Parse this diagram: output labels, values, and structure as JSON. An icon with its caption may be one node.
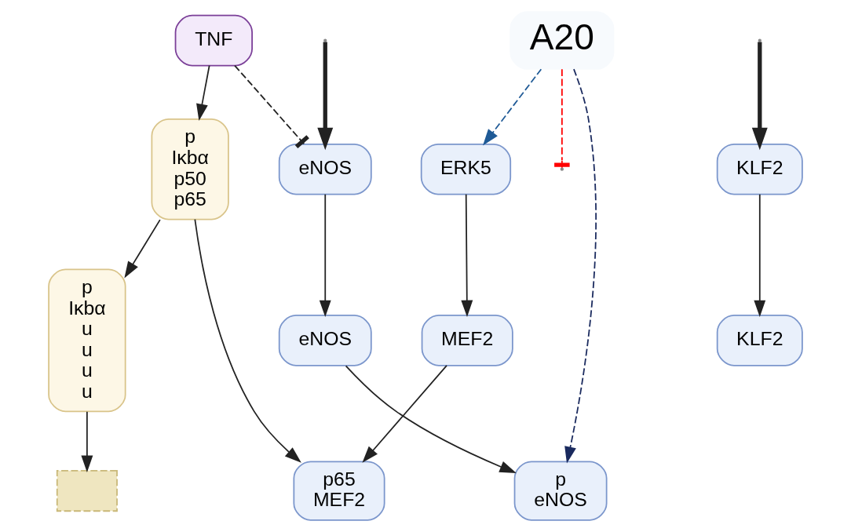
{
  "diagram": {
    "nodes": [
      {
        "text": [
          "TNF"
        ]
      },
      {
        "text": [
          "A20"
        ]
      },
      {
        "text": [
          "p",
          "Iκbα",
          "p50",
          "p65"
        ]
      },
      {
        "text": [
          "p",
          "Iκbα",
          "u",
          "u",
          "u",
          "u"
        ]
      },
      {
        "text": [],
        "shape": "box"
      },
      {
        "text": [
          "ERK5"
        ]
      },
      {
        "text": [
          "MEF2"
        ]
      },
      {
        "text": [
          "p65",
          "MEF2"
        ]
      },
      {
        "text": [
          "KLF2"
        ]
      },
      {
        "text": [
          "KLF2"
        ]
      },
      {
        "text": [
          "eNOS"
        ]
      },
      {
        "text": [
          "eNOS"
        ]
      },
      {
        "text": [
          "p",
          "eNOS"
        ]
      }
    ],
    "edges": [
      {
        "from": 0,
        "to": 2,
        "arrow": "to"
      },
      {
        "from": 0,
        "to": 10,
        "arrow": "other",
        "style": "dashed"
      },
      {
        "from": 1,
        "to": null,
        "arrow": "other",
        "style": "dashed",
        "color": "#ff0000"
      },
      {
        "from": 1,
        "to": 5,
        "arrow": "to",
        "style": "dashed",
        "color": "#1f5a96"
      },
      {
        "from": 1,
        "to": 12,
        "arrow": "to",
        "style": "dashed",
        "color": "#1a2a5e"
      },
      {
        "from": 2,
        "to": 3,
        "arrow": "to"
      },
      {
        "from": 3,
        "to": 4,
        "arrow": "to"
      },
      {
        "from": 2,
        "to": 7,
        "arrow": "to"
      },
      {
        "from": 5,
        "to": 6,
        "arrow": "to"
      },
      {
        "from": 6,
        "to": 7,
        "arrow": "to"
      },
      {
        "from": null,
        "to": 8,
        "arrow": "to",
        "style": "thick"
      },
      {
        "from": 8,
        "to": 9,
        "arrow": "to"
      },
      {
        "from": null,
        "to": 10,
        "arrow": "to",
        "style": "thick"
      },
      {
        "from": 10,
        "to": 11,
        "arrow": "to"
      },
      {
        "from": 11,
        "to": 12,
        "arrow": "to"
      }
    ]
  }
}
